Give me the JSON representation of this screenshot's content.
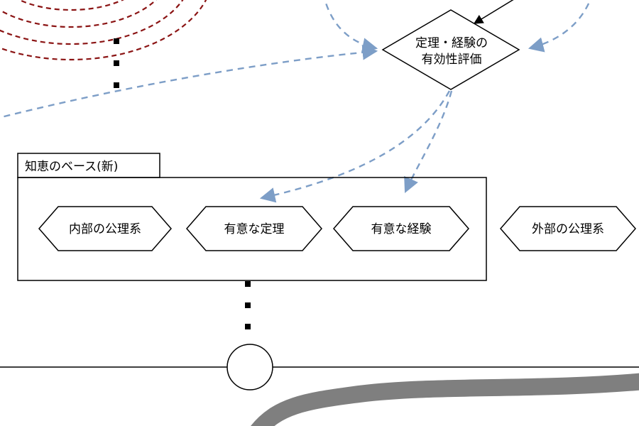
{
  "diagram": {
    "decision": {
      "line1": "定理・経験の",
      "line2": "有効性評価"
    },
    "knowledge_base": {
      "label": "知恵のベース(新)"
    },
    "hexagons": [
      {
        "label": "内部の公理系"
      },
      {
        "label": "有意な定理"
      },
      {
        "label": "有意な経験"
      },
      {
        "label": "外部の公理系"
      }
    ],
    "colors": {
      "arrow_blue": "#7d9ec7",
      "ellipse_red": "#8b1414",
      "band_gray": "#7f7f7f",
      "line_black": "#000000"
    }
  }
}
